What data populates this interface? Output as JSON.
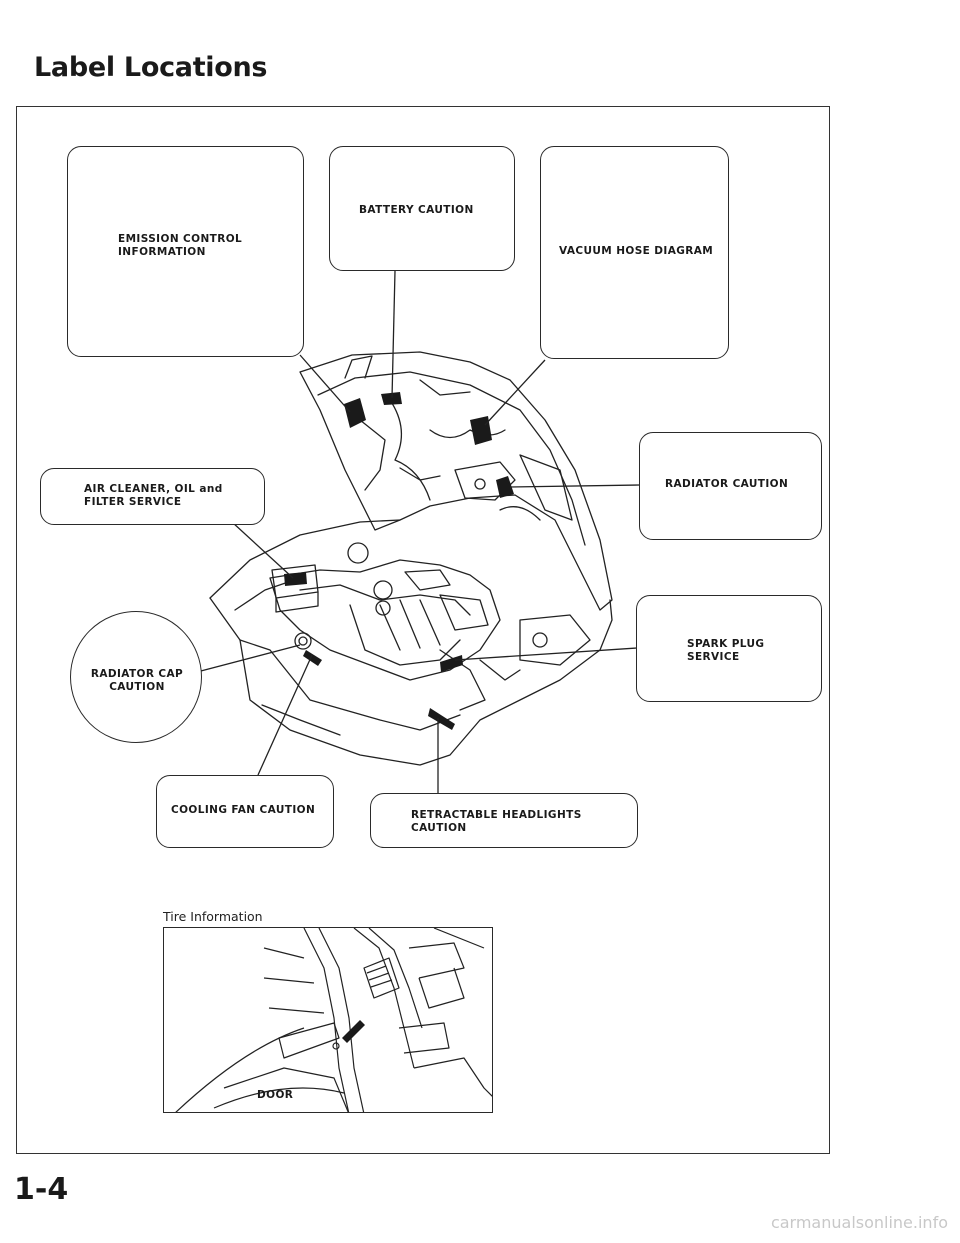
{
  "page": {
    "title": "Label Locations",
    "page_number": "1-4",
    "watermark": "carmanualsonline.info"
  },
  "labels": {
    "emission_control": "EMISSION CONTROL INFORMATION",
    "battery_caution": "BATTERY CAUTION",
    "vacuum_hose": "VACUUM HOSE DIAGRAM",
    "air_cleaner": "AIR CLEANER, OIL and FILTER SERVICE",
    "radiator_caution": "RADIATOR CAUTION",
    "radiator_cap": "RADIATOR CAP CAUTION",
    "spark_plug": "SPARK PLUG SERVICE",
    "cooling_fan": "COOLING FAN CAUTION",
    "headlights": "RETRACTABLE HEADLIGHTS CAUTION"
  },
  "tire": {
    "title": "Tire Information",
    "door_label": "DOOR"
  }
}
